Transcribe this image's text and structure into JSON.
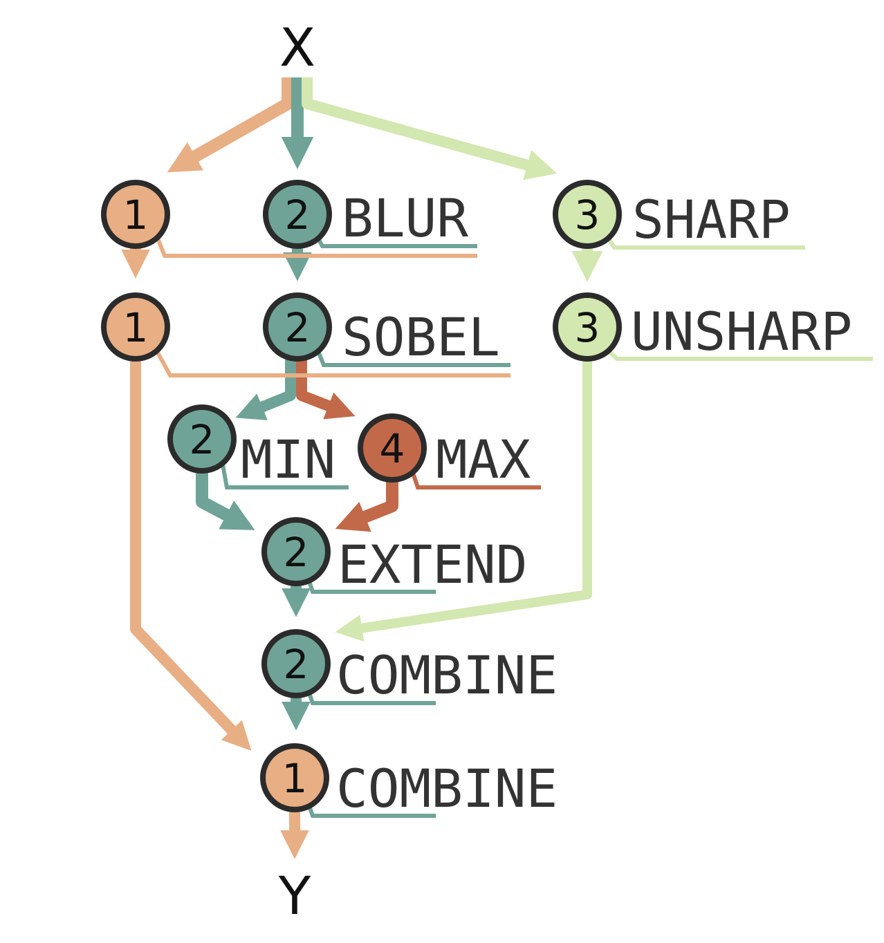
{
  "colors": {
    "orange": "#e8ae84",
    "teal": "#6fa398",
    "lightgreen": "#d3e7b0",
    "red": "#c2694a",
    "outline": "#2b2b2b",
    "text": "#333333"
  },
  "diagram": {
    "input": "X",
    "output": "Y",
    "nodes": [
      {
        "id": "n1a",
        "num": "1",
        "label": "",
        "color": "orange"
      },
      {
        "id": "n2a",
        "num": "2",
        "label": "BLUR",
        "color": "teal"
      },
      {
        "id": "n3a",
        "num": "3",
        "label": "SHARP",
        "color": "lightgreen"
      },
      {
        "id": "n1b",
        "num": "1",
        "label": "",
        "color": "orange"
      },
      {
        "id": "n2b",
        "num": "2",
        "label": "SOBEL",
        "color": "teal"
      },
      {
        "id": "n3b",
        "num": "3",
        "label": "UNSHARP",
        "color": "lightgreen"
      },
      {
        "id": "n2c",
        "num": "2",
        "label": "MIN",
        "color": "teal"
      },
      {
        "id": "n4",
        "num": "4",
        "label": "MAX",
        "color": "red"
      },
      {
        "id": "n2d",
        "num": "2",
        "label": "EXTEND",
        "color": "teal"
      },
      {
        "id": "n2e",
        "num": "2",
        "label": "COMBINE",
        "color": "teal"
      },
      {
        "id": "n1c",
        "num": "1",
        "label": "COMBINE",
        "color": "orange"
      }
    ]
  }
}
